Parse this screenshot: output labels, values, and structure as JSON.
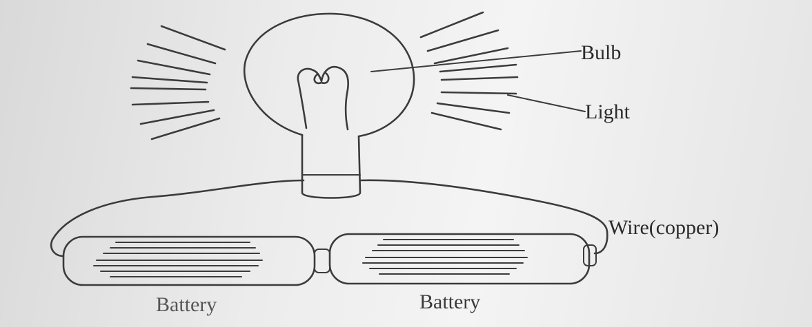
{
  "labels": {
    "bulb": "Bulb",
    "light": "Light",
    "wire": "Wire(copper)",
    "battery_left": "Battery",
    "battery_right": "Battery"
  },
  "colors": {
    "ink": "#3b3b3b",
    "paper": "#ececec"
  }
}
